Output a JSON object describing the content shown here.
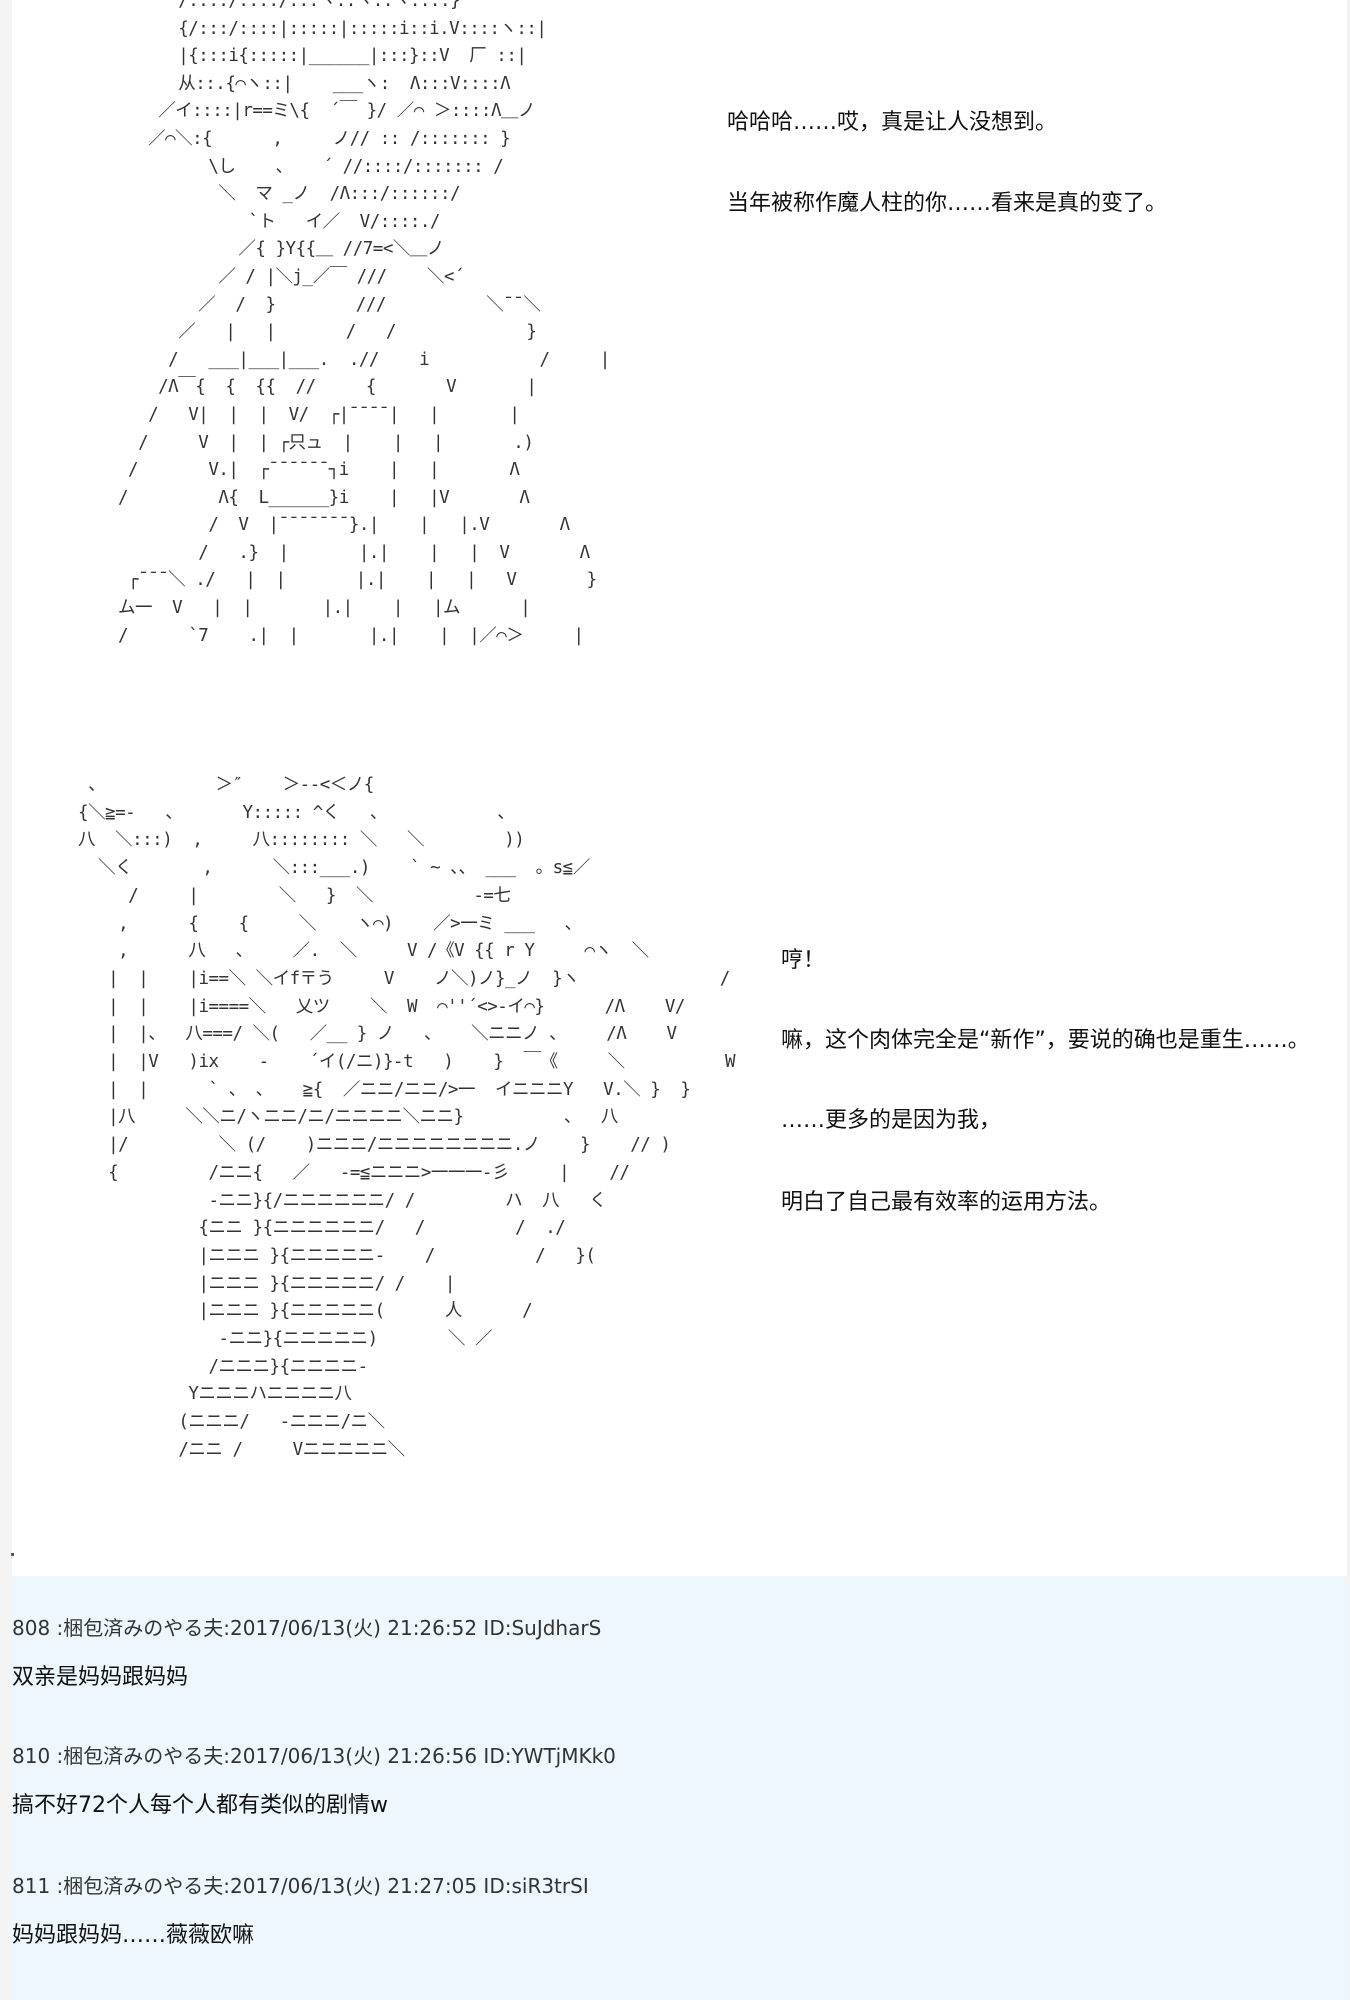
{
  "aa_art": {
    "top": "      /::::/::::/:::ヽ::ヽ::ヽ::::}\n      {/:::/::::|:::::|:::::i::i.V::::ヽ::|\n      |{:::i{:::::|______|:::}::V  厂 ::|\n      从::.{⌒ヽ::|    ___ヽ:  Λ:::V::::Λ\n    ／イ::::|r==ミ\\{  ´￣ }/ ／⌒ ＞::::Λ＿ノ\n   ／⌒＼:{      ,     ノ// :: /::::::: }\n         \\し    、   ´ //::::/::::::: /\n          ＼  マ _ノ  /Λ:::/::::::/\n             `ト   イ／  V/::::./\n            ／{ }Y{{＿ //7=<＼＿ノ\n          ／ / |＼j_／￣ ///    ＼<´\n        ／  /  }        ///          ＼¯¯＼\n      ／   |   |       /   /             }\n     /   ___|___|___.  .//    i           /     |\n    /Λ￣{  {  {{  //     {       V       |\n   /   V|  |  |  V/  ┌|¯¯¯¯|   |       |\n  /     V  |  | ┌只ュ  |    |   |       .)\n /       V.|  ┌¯¯¯¯¯¯┐i    |   |       Λ\n/         Λ{  L______}i    |   |V       Λ\n         /  V  |¯¯¯¯¯¯¯}.|    |   |.V       Λ\n        /   .}  |       |.|    |   |  V       Λ\n ┌¯¯¯＼ ./   |  |       |.|    |   |   V       }\nム一  V   |  |       |.|    |   |ム      |\n/      `7    .|  |       |.|    |  |／⌒＞     |",
    "bottom": "  、           ＞″    ＞--<＜ノ{\n {＼≧=-   、      Y::::: ^く   、           、\n 八  ＼:::)  ,     八:::::::: ＼   ＼        ))\n   ＼く       ,      ＼:::___.)    ` ~ 、、 ___  。s≦／\n      /     |        ＼   }  ＼          -=七\n     ,      {    {     ＼    ヽ⌒)    ／>一ミ ___   、\n     ,      八   、    ／.  ＼     V /《V {{ r Y     ⌒ヽ  ＼\n    |  |    |i==＼ ＼イf〒う     V    ノ＼)ノ}_ノ  }ヽ              /\n    |  |    |i====＼   乂ツ    ＼  W  ⌒''´<>-イ⌒}      /Λ    V/\n    |  |、  八===/ ＼(   ／__ } ノ   、   ＼ニニノ 、    /Λ    V\n    |  |V   )ix    -    ´イ(/ニ)}-t   )    }  ￣《     ＼          W\n    |  |      ` 、 、   ≧{  ／ニニ/ニニ/>一  イニニニY   V.＼ }  }\n    |八     ＼＼ニ/ヽニニ/ニ/ニニニニ＼ニニ}          、  八\n    |/         ＼ (/    )ニニニ/ニニニニニニニニ.ノ    }    // )\n    {         /ニニ{   ／   -=≦ニニニ>一一一-彡     |    //\n              -ニニ}{/ニニニニニニ/ /         ハ  八   く\n             {ニニ }{ニニニニニニ/   /         /  ./\n             |ニニニ }{ニニニニニ-    /          /   }(\n             |ニニニ }{ニニニニニ/ /    |\n             |ニニニ }{ニニニニニ(      人      /\n               -ニニ}{ニニニニニ)       ＼ ／\n              /ニニニ}{ニニニニ-\n            Yニニニハニニニニ八\n           (ニニニ/   -ニニニ/ニ＼\n           /ニニ /     Vニニニニニ＼"
  },
  "dialogue_top": [
    "哈哈哈……哎，真是让人没想到。",
    "当年被称作魔人柱的你……看来是真的变了。"
  ],
  "dialogue_bottom": [
    "哼！",
    "嘛，这个肉体完全是“新作”，要说的确也是重生……。",
    "……更多的是因为我，",
    "明白了自己最有效率的运用方法。"
  ],
  "posts": [
    {
      "header": "808 :梱包済みのやる夫:2017/06/13(火) 21:26:52 ID:SuJdharS",
      "body": "双亲是妈妈跟妈妈"
    },
    {
      "header": "810 :梱包済みのやる夫:2017/06/13(火) 21:26:56 ID:YWTjMKk0",
      "body": "搞不好72个人每个人都有类似的剧情w"
    },
    {
      "header": "811 :梱包済みのやる夫:2017/06/13(火) 21:27:05 ID:siR3trSI",
      "body": "妈妈跟妈妈……薇薇欧嘛"
    }
  ],
  "colors": {
    "thread_background": "#eef7fd",
    "text": "#111111",
    "art": "#333333"
  }
}
